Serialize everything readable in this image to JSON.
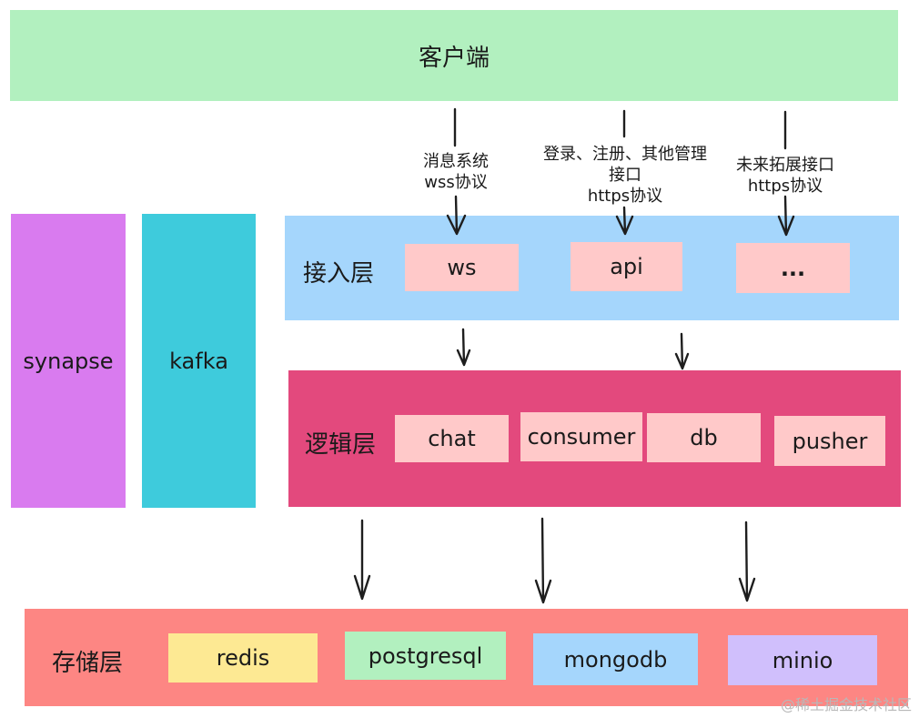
{
  "client": {
    "label": "客户端"
  },
  "side": {
    "synapse": "synapse",
    "kafka": "kafka"
  },
  "access": {
    "label": "接入层",
    "chips": [
      "ws",
      "api",
      "..."
    ],
    "notes": [
      {
        "lines": [
          "消息系统",
          "wss协议"
        ]
      },
      {
        "lines": [
          "登录、注册、其他管理",
          "接口",
          "https协议"
        ]
      },
      {
        "lines": [
          "未来拓展接口",
          "https协议"
        ]
      }
    ]
  },
  "logic": {
    "label": "逻辑层",
    "chips": [
      "chat",
      "consumer",
      "db",
      "pusher"
    ]
  },
  "storage": {
    "label": "存储层",
    "chips": [
      "redis",
      "postgresql",
      "mongodb",
      "minio"
    ]
  },
  "watermark": "@稀土掘金技术社区",
  "colors": {
    "client": "#b2f0bf",
    "access": "#a5d6fc",
    "logic": "#e3497d",
    "storage": "#fd8683",
    "synapse": "#d97bef",
    "kafka": "#3ecbdc",
    "chip": "#ffc9c9",
    "redis": "#fde993",
    "postgresql": "#b2f0bf",
    "mongodb": "#a5d6fc",
    "minio": "#d0bffc"
  }
}
